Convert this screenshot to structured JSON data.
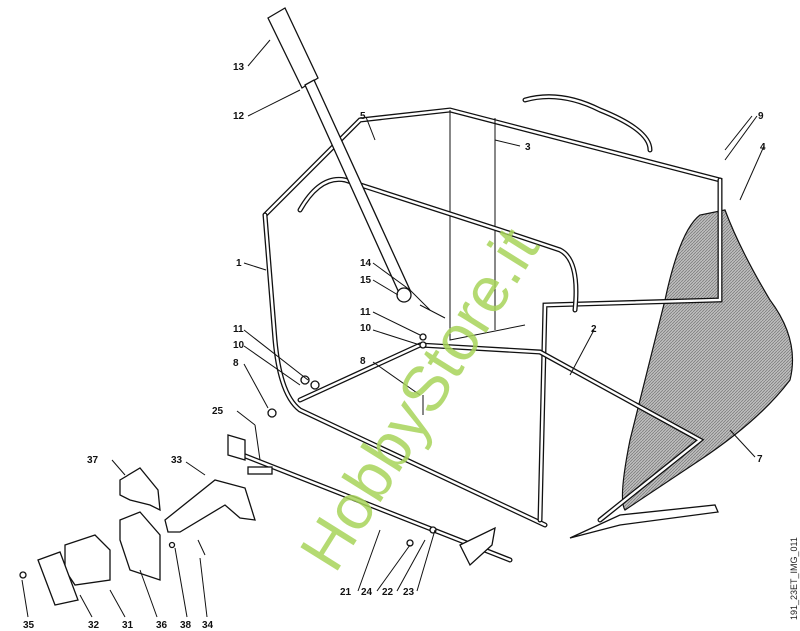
{
  "diagram": {
    "image_code": "191_23ET_IMG_011",
    "watermark": "HobbyStore.it",
    "part_labels": {
      "p1": "1",
      "p2": "2",
      "p3": "3",
      "p4": "4",
      "p5": "5",
      "p7": "7",
      "p8a": "8",
      "p8b": "8",
      "p9": "9",
      "p10a": "10",
      "p10b": "10",
      "p11a": "11",
      "p11b": "11",
      "p12": "12",
      "p13": "13",
      "p14": "14",
      "p15": "15",
      "p21": "21",
      "p22": "22",
      "p23": "23",
      "p24": "24",
      "p25": "25",
      "p31": "31",
      "p32": "32",
      "p33": "33",
      "p34": "34",
      "p35": "35",
      "p36": "36",
      "p37": "37",
      "p38": "38"
    },
    "colors": {
      "watermark": "#a8d45a",
      "bag": "#9a9a9a"
    }
  }
}
